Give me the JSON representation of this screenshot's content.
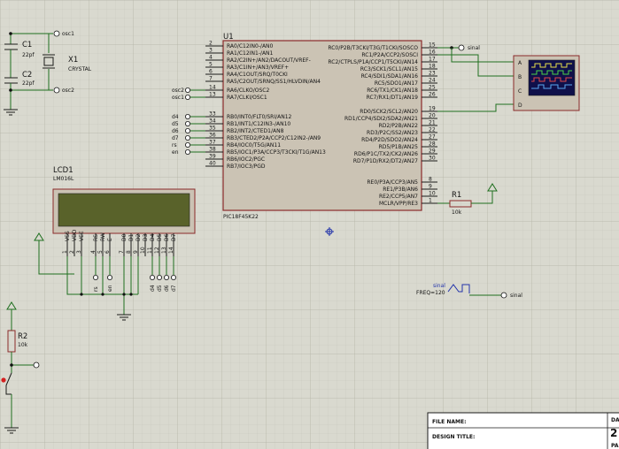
{
  "colors": {
    "sheet": "#d9d9cf",
    "grid_minor": "#c7c7bc",
    "grid_major": "#b8b8ad",
    "wire": "#1f6f1f",
    "chip_body": "#cbc3b4",
    "chip_border": "#8a2a2a",
    "lcd_screen": "#59622a",
    "scope_screen": "#10104a"
  },
  "crystal_section": {
    "c1": {
      "ref": "C1",
      "value": "22pf"
    },
    "c2": {
      "ref": "C2",
      "value": "22pf"
    },
    "x1": {
      "ref": "X1",
      "value": "CRYSTAL"
    },
    "net_top": "osc1",
    "net_bottom": "osc2"
  },
  "mcu": {
    "ref": "U1",
    "part": "PIC18F45K22",
    "left_pins": [
      {
        "num": "2",
        "name": "RA0/C12IN0-/AN0"
      },
      {
        "num": "3",
        "name": "RA1/C12IN1-/AN1"
      },
      {
        "num": "4",
        "name": "RA2/C2IN+/AN2/DACOUT/VREF-"
      },
      {
        "num": "5",
        "name": "RA3/C1IN+/AN3/VREF+"
      },
      {
        "num": "6",
        "name": "RA4/C1OUT/SRQ/T0CKI"
      },
      {
        "num": "7",
        "name": "RA5/C2OUT/SRNQ/SS1/HLVDIN/AN4"
      },
      {
        "num": "14",
        "name": "RA6/CLKO/OSC2",
        "net": "osc2"
      },
      {
        "num": "13",
        "name": "RA7/CLKI/OSC1",
        "net": "osc1"
      },
      {
        "num": "33",
        "name": "RB0/INT0/FLT0/SRI/AN12",
        "net": "d4"
      },
      {
        "num": "34",
        "name": "RB1/INT1/C12IN3-/AN10",
        "net": "d5"
      },
      {
        "num": "35",
        "name": "RB2/INT2/CTED1/AN8",
        "net": "d6"
      },
      {
        "num": "36",
        "name": "RB3/CTED2/P2A/CCP2/C12IN2-/AN9",
        "net": "d7"
      },
      {
        "num": "37",
        "name": "RB4/IOC0/T5G/AN11",
        "net": "rs"
      },
      {
        "num": "38",
        "name": "RB5/IOC1/P3A/CCP3/T3CKI/T1G/AN13",
        "net": "en"
      },
      {
        "num": "39",
        "name": "RB6/IOC2/PGC"
      },
      {
        "num": "40",
        "name": "RB7/IOC3/PGD"
      }
    ],
    "right_pins": [
      {
        "num": "15",
        "name": "RC0/P2B/T3CKI/T3G/T1CKI/SOSCO"
      },
      {
        "num": "16",
        "name": "RC1/P2A/CCP2/SOSCI"
      },
      {
        "num": "17",
        "name": "RC2/CTPLS/P1A/CCP1/T5CKI/AN14"
      },
      {
        "num": "18",
        "name": "RC3/SCK1/SCL1/AN15"
      },
      {
        "num": "23",
        "name": "RC4/SDI1/SDA1/AN16"
      },
      {
        "num": "24",
        "name": "RC5/SDO1/AN17"
      },
      {
        "num": "25",
        "name": "RC6/TX1/CK1/AN18"
      },
      {
        "num": "26",
        "name": "RC7/RX1/DT1/AN19"
      },
      {
        "num": "19",
        "name": "RD0/SCK2/SCL2/AN20"
      },
      {
        "num": "20",
        "name": "RD1/CCP4/SDI2/SDA2/AN21"
      },
      {
        "num": "21",
        "name": "RD2/P2B/AN22"
      },
      {
        "num": "22",
        "name": "RD3/P2C/SS2/AN23"
      },
      {
        "num": "27",
        "name": "RD4/P2D/SDO2/AN24"
      },
      {
        "num": "28",
        "name": "RD5/P1B/AN25"
      },
      {
        "num": "29",
        "name": "RD6/P1C/TX2/CK2/AN26"
      },
      {
        "num": "30",
        "name": "RD7/P1D/RX2/DT2/AN27"
      },
      {
        "num": "8",
        "name": "RE0/P3A/CCP3/AN5"
      },
      {
        "num": "9",
        "name": "RE1/P3B/AN6"
      },
      {
        "num": "10",
        "name": "RE2/CCP5/AN7"
      },
      {
        "num": "1",
        "name": "MCLR/VPP/RE3"
      }
    ],
    "signal_net": "sinal"
  },
  "lcd": {
    "ref": "LCD1",
    "part": "LM016L",
    "pin_names": [
      "VSS",
      "VDD",
      "VEE",
      "RS",
      "RW",
      "E",
      "D0",
      "D1",
      "D2",
      "D3",
      "D4",
      "D5",
      "D6",
      "D7"
    ],
    "pin_numbers": [
      "1",
      "2",
      "3",
      "4",
      "5",
      "6",
      "7",
      "8",
      "9",
      "10",
      "11",
      "12",
      "13",
      "14"
    ],
    "net_labels": [
      "rs",
      "en",
      "d4",
      "d5",
      "d6",
      "d7"
    ]
  },
  "r1": {
    "ref": "R1",
    "value": "10k"
  },
  "r2": {
    "ref": "R2",
    "value": "10k"
  },
  "scope": {
    "channels": [
      "A",
      "B",
      "C",
      "D"
    ]
  },
  "generator": {
    "net": "sinal",
    "label": "FREQ=120",
    "out_net": "sinal"
  },
  "title_block": {
    "file_name_label": "FILE NAME:",
    "design_title_label": "DESIGN TITLE:",
    "partial_right_top": "DA",
    "partial_right_mid": "2",
    "partial_right_bottom": "PA"
  }
}
